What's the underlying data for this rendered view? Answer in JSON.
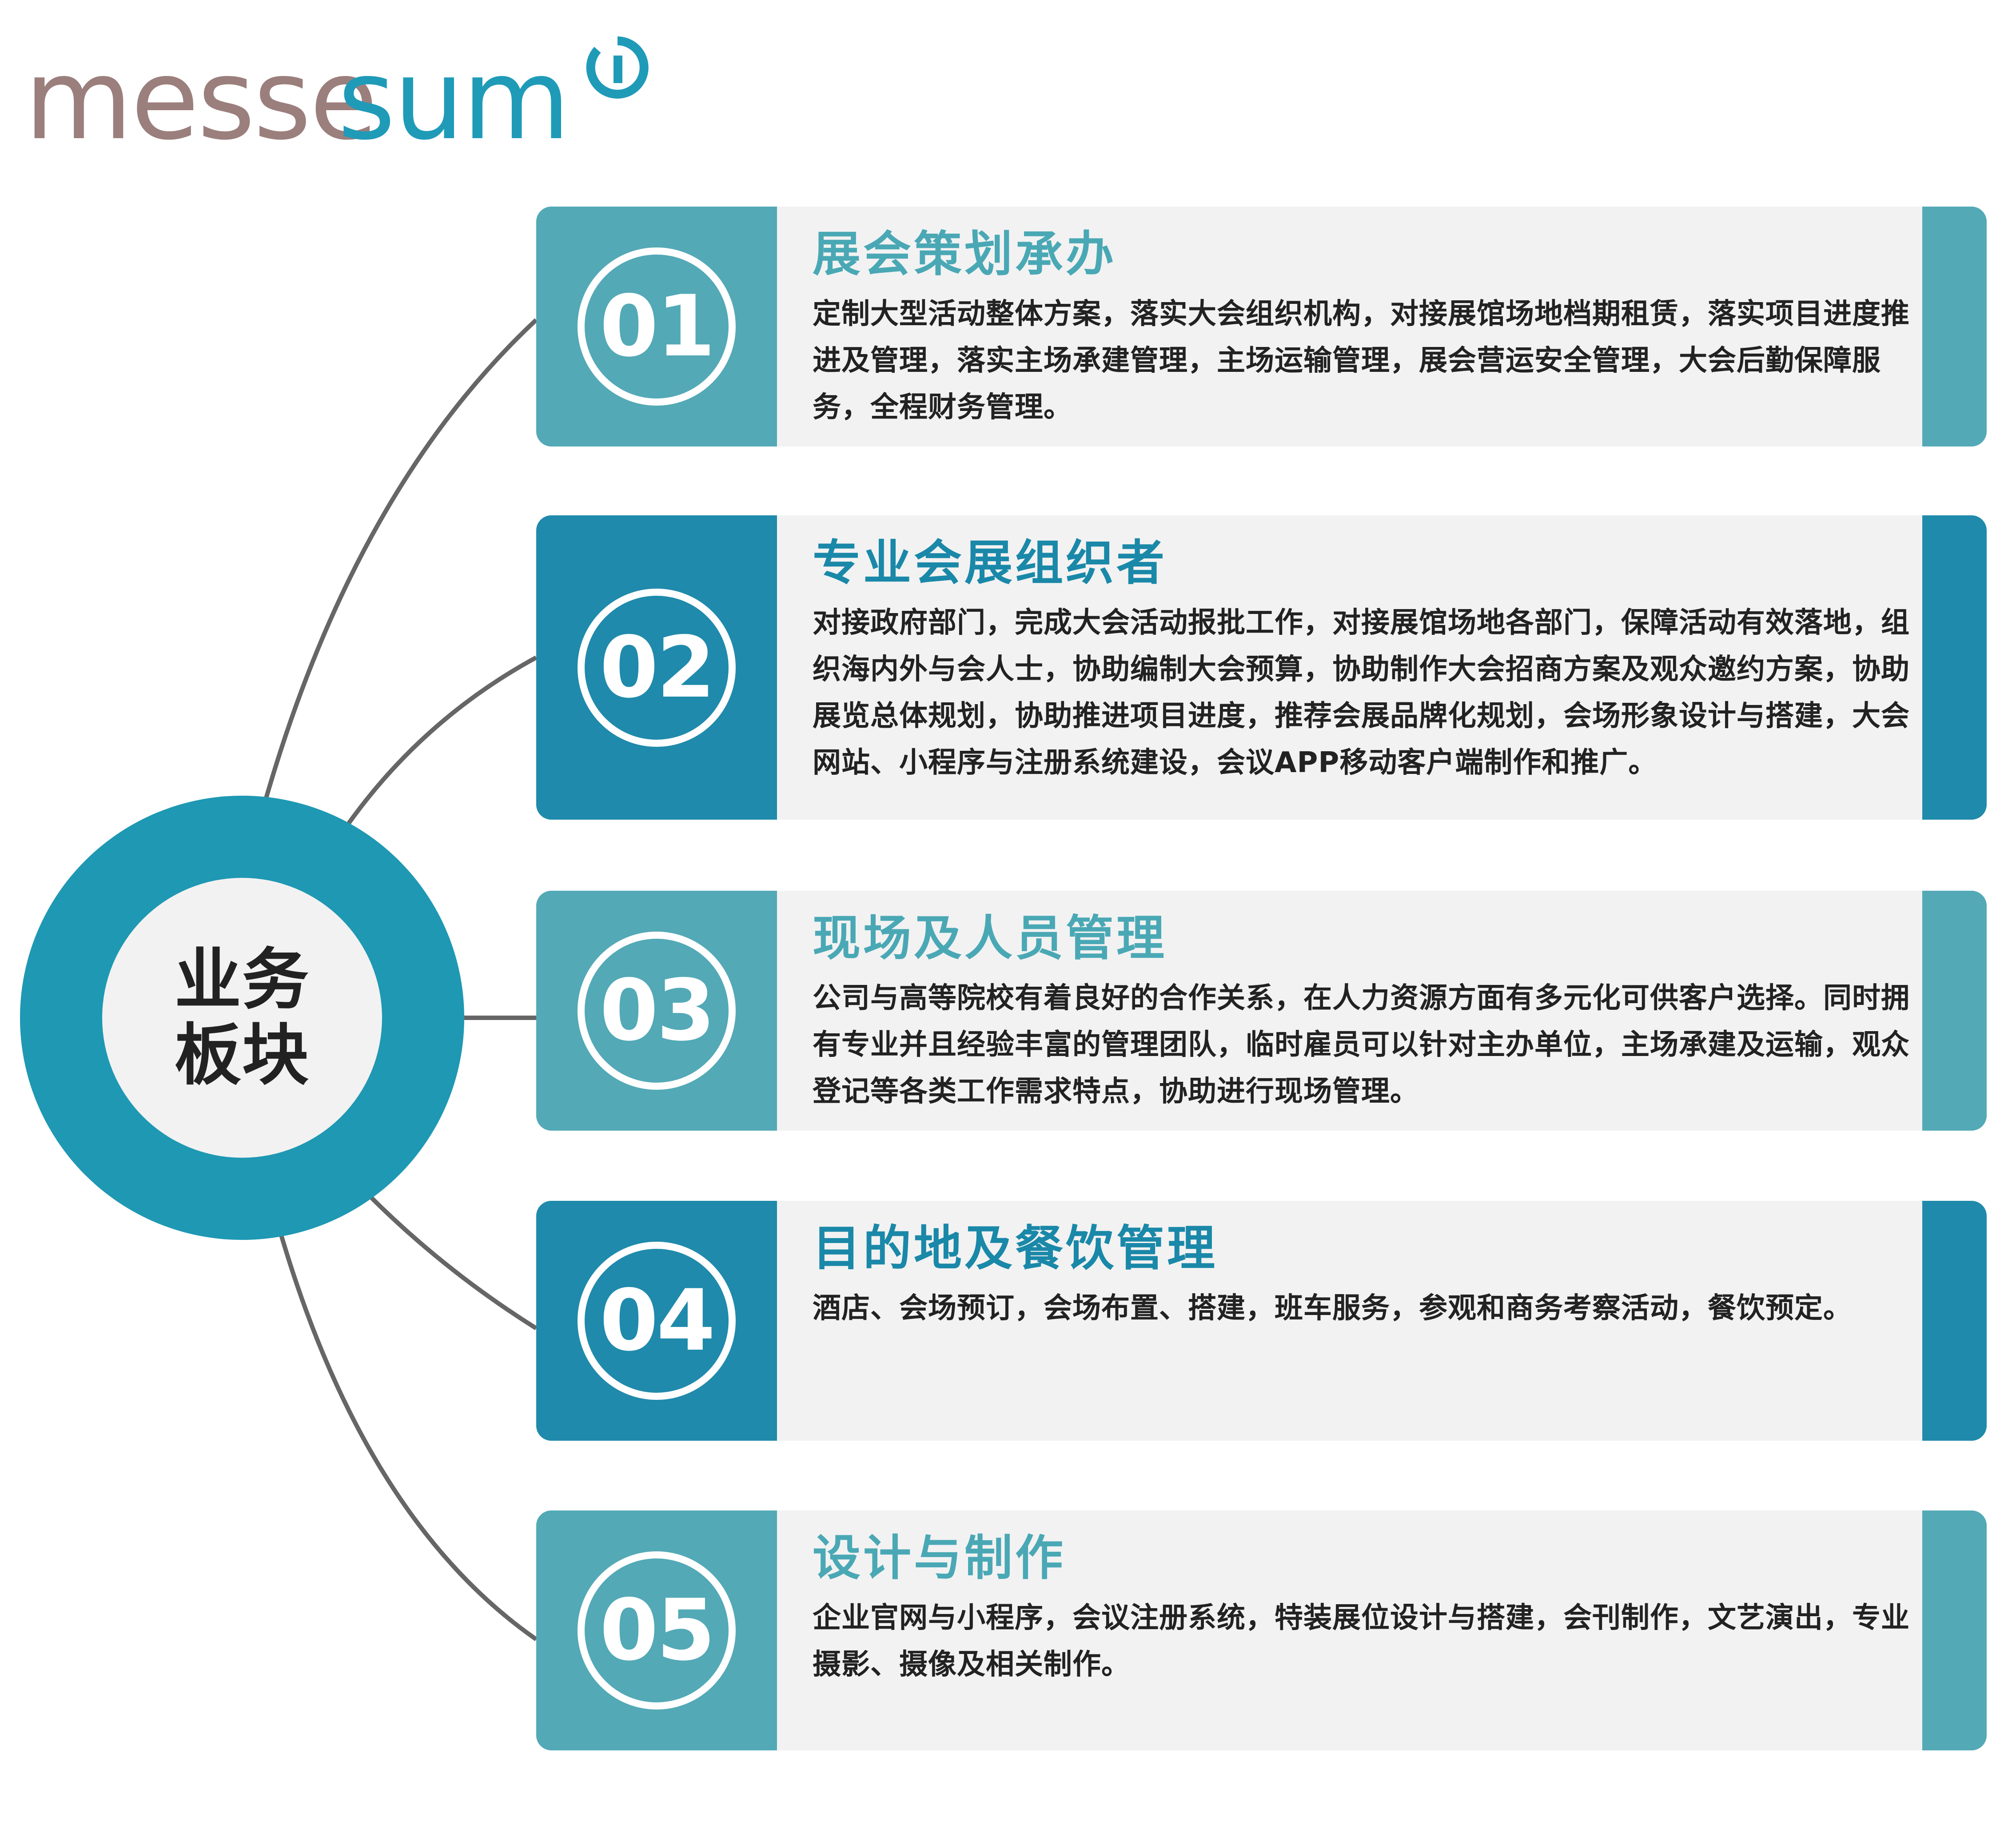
{
  "logo": {
    "part1": "messe",
    "part2": "sum",
    "mark_icon": "circle-one-logo-mark",
    "color_part1": "#9b7f7d",
    "color_part2": "#1f9bb8"
  },
  "hub": {
    "line1": "业务",
    "line2": "板块",
    "ring_color": "#1e98b3"
  },
  "colors": {
    "light_teal": "#53a9b6",
    "dark_teal": "#1f8aab",
    "light_title": "#4aa8b5",
    "dark_title": "#1a88a8",
    "connector": "#666666"
  },
  "items": [
    {
      "number": "01",
      "title": "展会策划承办",
      "description": "定制大型活动整体方案，落实大会组织机构，对接展馆场地档期租赁，落实项目进度推进及管理，落实主场承建管理，主场运输管理，展会营运安全管理，大会后勤保障服务，全程财务管理。",
      "variant": "light"
    },
    {
      "number": "02",
      "title": "专业会展组织者",
      "description": "对接政府部门，完成大会活动报批工作，对接展馆场地各部门，保障活动有效落地，组织海内外与会人士，协助编制大会预算，协助制作大会招商方案及观众邀约方案，协助展览总体规划，协助推进项目进度，推荐会展品牌化规划，会场形象设计与搭建，大会网站、小程序与注册系统建设，会议APP移动客户端制作和推广。",
      "variant": "dark"
    },
    {
      "number": "03",
      "title": "现场及人员管理",
      "description": "公司与高等院校有着良好的合作关系，在人力资源方面有多元化可供客户选择。同时拥有专业并且经验丰富的管理团队，临时雇员可以针对主办单位，主场承建及运输，观众登记等各类工作需求特点，协助进行现场管理。",
      "variant": "light"
    },
    {
      "number": "04",
      "title": "目的地及餐饮管理",
      "description": "酒店、会场预订，会场布置、搭建，班车服务，参观和商务考察活动，餐饮预定。",
      "variant": "dark"
    },
    {
      "number": "05",
      "title": "设计与制作",
      "description": "企业官网与小程序，会议注册系统，特装展位设计与搭建，会刊制作，文艺演出，专业摄影、摄像及相关制作。",
      "variant": "light"
    }
  ]
}
